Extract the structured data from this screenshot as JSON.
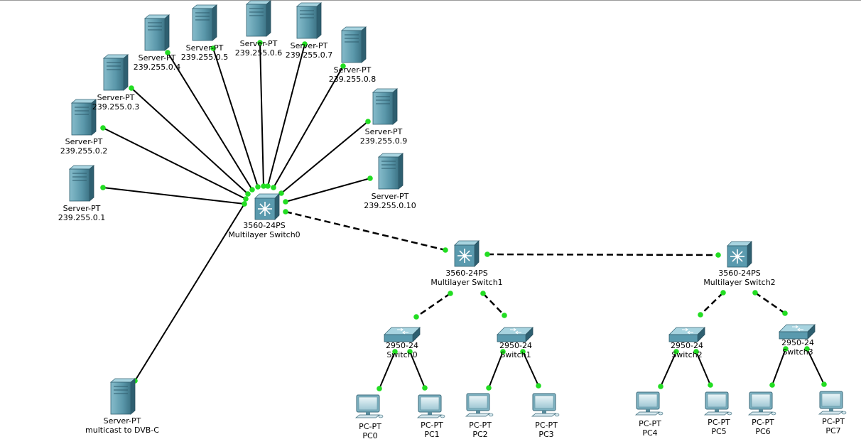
{
  "colors": {
    "link": "#000000",
    "port": "#22dd22",
    "device_body": "#5a9aae",
    "device_dark": "#2e5f70",
    "device_light": "#a8d4e0"
  },
  "servers": [
    {
      "id": "s1",
      "model": "Server-PT",
      "name": "239.255.0.1"
    },
    {
      "id": "s2",
      "model": "Server-PT",
      "name": "239.255.0.2"
    },
    {
      "id": "s3",
      "model": "Server-PT",
      "name": "239.255.0.3"
    },
    {
      "id": "s4",
      "model": "Server-PT",
      "name": "239.255.0.4"
    },
    {
      "id": "s5",
      "model": "Server-PT",
      "name": "239.255.0.5"
    },
    {
      "id": "s6",
      "model": "Server-PT",
      "name": "239.255.0.6"
    },
    {
      "id": "s7",
      "model": "Server-PT",
      "name": "239.255.0.7"
    },
    {
      "id": "s8",
      "model": "Server-PT",
      "name": "239.255.0.8"
    },
    {
      "id": "s9",
      "model": "Server-PT",
      "name": "239.255.0.9"
    },
    {
      "id": "s10",
      "model": "Server-PT",
      "name": "239.255.0.10"
    },
    {
      "id": "dvb",
      "model": "Server-PT",
      "name": "multicast to DVB-C"
    }
  ],
  "multilayer_switches": [
    {
      "id": "ms0",
      "model": "3560-24PS",
      "name": "Multilayer Switch0"
    },
    {
      "id": "ms1",
      "model": "3560-24PS",
      "name": "Multilayer Switch1"
    },
    {
      "id": "ms2",
      "model": "3560-24PS",
      "name": "Multilayer Switch2"
    }
  ],
  "switches": [
    {
      "id": "sw0",
      "model": "2950-24",
      "name": "Switch0"
    },
    {
      "id": "sw1",
      "model": "2950-24",
      "name": "Switch1"
    },
    {
      "id": "sw2",
      "model": "2950-24",
      "name": "Switch2"
    },
    {
      "id": "sw3",
      "model": "2950-24",
      "name": "Switch3"
    }
  ],
  "pcs": [
    {
      "id": "pc0",
      "model": "PC-PT",
      "name": "PC0"
    },
    {
      "id": "pc1",
      "model": "PC-PT",
      "name": "PC1"
    },
    {
      "id": "pc2",
      "model": "PC-PT",
      "name": "PC2"
    },
    {
      "id": "pc3",
      "model": "PC-PT",
      "name": "PC3"
    },
    {
      "id": "pc4",
      "model": "PC-PT",
      "name": "PC4"
    },
    {
      "id": "pc5",
      "model": "PC-PT",
      "name": "PC5"
    },
    {
      "id": "pc6",
      "model": "PC-PT",
      "name": "PC6"
    },
    {
      "id": "pc7",
      "model": "PC-PT",
      "name": "PC7"
    }
  ],
  "links": [
    {
      "from": "s1",
      "to": "ms0",
      "style": "solid"
    },
    {
      "from": "s2",
      "to": "ms0",
      "style": "solid"
    },
    {
      "from": "s3",
      "to": "ms0",
      "style": "solid"
    },
    {
      "from": "s4",
      "to": "ms0",
      "style": "solid"
    },
    {
      "from": "s5",
      "to": "ms0",
      "style": "solid"
    },
    {
      "from": "s6",
      "to": "ms0",
      "style": "solid"
    },
    {
      "from": "s7",
      "to": "ms0",
      "style": "solid"
    },
    {
      "from": "s8",
      "to": "ms0",
      "style": "solid"
    },
    {
      "from": "s9",
      "to": "ms0",
      "style": "solid"
    },
    {
      "from": "s10",
      "to": "ms0",
      "style": "solid"
    },
    {
      "from": "dvb",
      "to": "ms0",
      "style": "solid"
    },
    {
      "from": "ms0",
      "to": "ms1",
      "style": "dashed"
    },
    {
      "from": "ms1",
      "to": "ms2",
      "style": "dashed"
    },
    {
      "from": "ms1",
      "to": "sw0",
      "style": "dashed"
    },
    {
      "from": "ms1",
      "to": "sw1",
      "style": "dashed"
    },
    {
      "from": "ms2",
      "to": "sw2",
      "style": "dashed"
    },
    {
      "from": "ms2",
      "to": "sw3",
      "style": "dashed"
    },
    {
      "from": "sw0",
      "to": "pc0",
      "style": "solid"
    },
    {
      "from": "sw0",
      "to": "pc1",
      "style": "solid"
    },
    {
      "from": "sw1",
      "to": "pc2",
      "style": "solid"
    },
    {
      "from": "sw1",
      "to": "pc3",
      "style": "solid"
    },
    {
      "from": "sw2",
      "to": "pc4",
      "style": "solid"
    },
    {
      "from": "sw2",
      "to": "pc5",
      "style": "solid"
    },
    {
      "from": "sw3",
      "to": "pc6",
      "style": "solid"
    },
    {
      "from": "sw3",
      "to": "pc7",
      "style": "solid"
    }
  ]
}
